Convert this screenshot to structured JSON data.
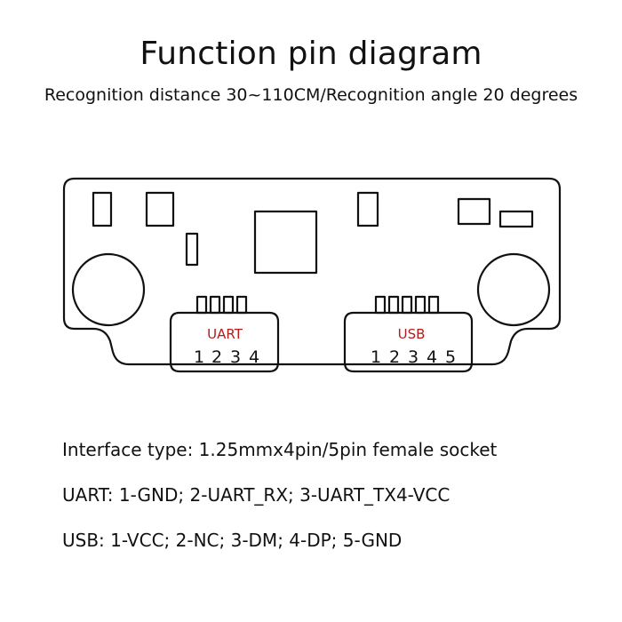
{
  "title": "Function pin diagram",
  "subtitle": "Recognition distance 30~110CM/Recognition angle 20 degrees",
  "diagram": {
    "uart": {
      "label": "UART",
      "pins": [
        "1",
        "2",
        "3",
        "4"
      ]
    },
    "usb": {
      "label": "USB",
      "pins": [
        "1",
        "2",
        "3",
        "4",
        "5"
      ]
    },
    "colors": {
      "outline": "#111111",
      "connector_label": "#b01c1c"
    }
  },
  "specs": {
    "interface": "Interface type: 1.25mmx4pin/5pin female socket",
    "uart": "UART: 1-GND; 2-UART_RX; 3-UART_TX4-VCC",
    "usb": "USB: 1-VCC; 2-NC; 3-DM; 4-DP; 5-GND"
  }
}
